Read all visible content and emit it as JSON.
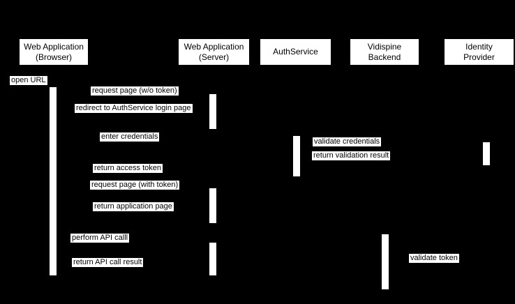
{
  "diagram": {
    "type": "sequence-diagram",
    "background_color": "#000000",
    "box_fill_color": "#ffffff",
    "text_color": "#000000"
  },
  "participants": [
    {
      "id": "web-application-browser",
      "line1": "Web Application",
      "line2": "(Browser)"
    },
    {
      "id": "web-application-server",
      "line1": "Web Application",
      "line2": "(Server)"
    },
    {
      "id": "authservice",
      "line1": "AuthService",
      "line2": ""
    },
    {
      "id": "vidispine-backend",
      "line1": "Vidispine",
      "line2": "Backend"
    },
    {
      "id": "identity-provider",
      "line1": "Identity",
      "line2": "Provider"
    }
  ],
  "messages": [
    {
      "text": "open URL"
    },
    {
      "text": "request page (w/o token)"
    },
    {
      "text": "redirect to AuthService login page"
    },
    {
      "text": "enter credentials"
    },
    {
      "text": "validate credentials"
    },
    {
      "text": "return validation result"
    },
    {
      "text": "return access token"
    },
    {
      "text": "request page (with token)"
    },
    {
      "text": "return application page"
    },
    {
      "text": "perform API calll"
    },
    {
      "text": "validate token"
    },
    {
      "text": "return API call result"
    }
  ]
}
